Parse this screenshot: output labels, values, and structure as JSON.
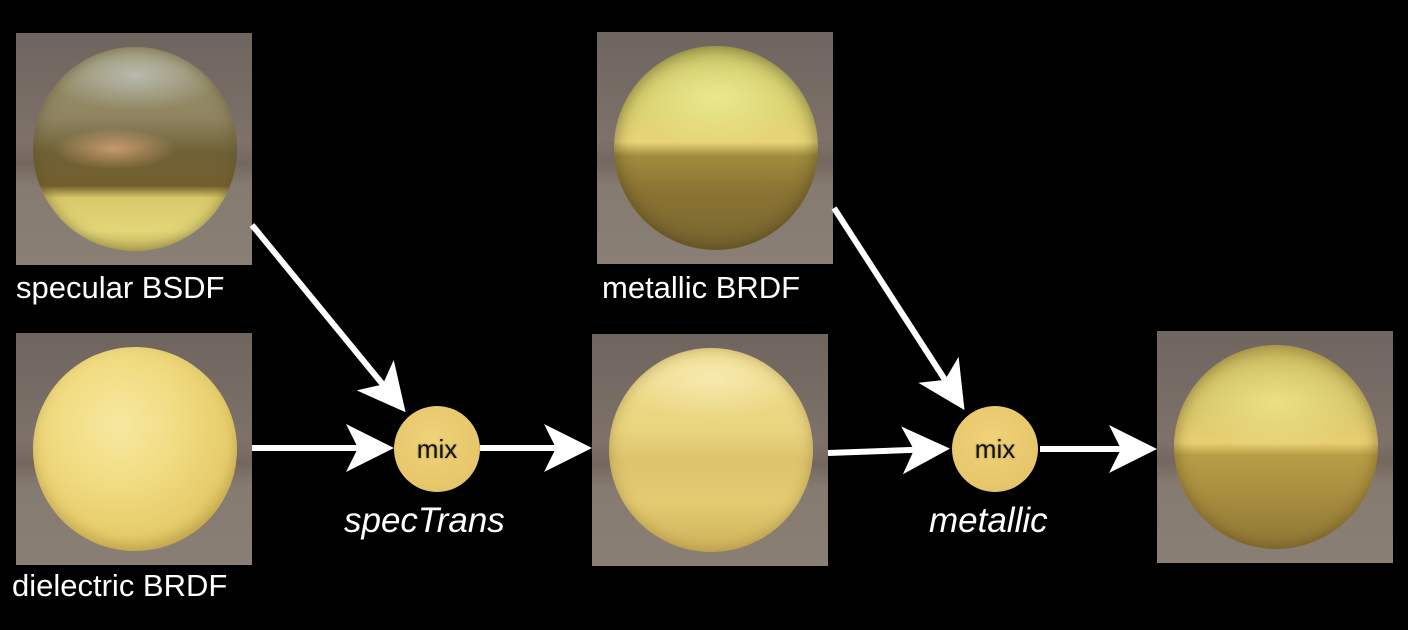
{
  "diagram": {
    "nodes": {
      "specular": {
        "label": "specular BSDF"
      },
      "dielectric": {
        "label": "dielectric BRDF"
      },
      "metallic": {
        "label": "metallic BRDF"
      },
      "intermediate": {
        "label": ""
      },
      "result": {
        "label": ""
      }
    },
    "mix_nodes": [
      {
        "label": "mix",
        "parameter": "specTrans"
      },
      {
        "label": "mix",
        "parameter": "metallic"
      }
    ],
    "edges": [
      {
        "from": "specular BSDF",
        "to": "mix 1"
      },
      {
        "from": "dielectric BRDF",
        "to": "mix 1"
      },
      {
        "from": "mix 1",
        "to": "intermediate"
      },
      {
        "from": "metallic BRDF",
        "to": "mix 2"
      },
      {
        "from": "intermediate",
        "to": "mix 2"
      },
      {
        "from": "mix 2",
        "to": "result"
      }
    ],
    "colors": {
      "background": "#000000",
      "mix_circle": "#e6c66a",
      "arrow": "#ffffff",
      "text": "#ffffff"
    }
  }
}
